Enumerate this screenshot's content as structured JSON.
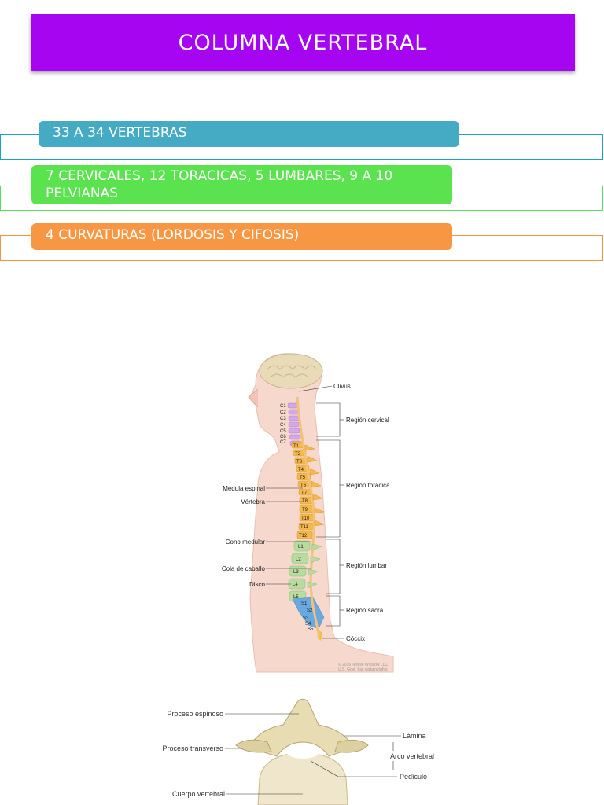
{
  "header": {
    "title": "COLUMNA VERTEBRAL"
  },
  "facts": [
    {
      "text": "33 A 34 VERTEBRAS",
      "color": "#45aac4"
    },
    {
      "text": "7 CERVICALES, 12 TORACICAS, 5 LUMBARES, 9 A 10 PELVIANAS",
      "color": "#5be34f"
    },
    {
      "text": "4 CURVATURAS (LORDOSIS Y CIFOSIS)",
      "color": "#f79744"
    }
  ],
  "spine_figure": {
    "vertebra_labels": [
      "C1",
      "C2",
      "C3",
      "C4",
      "C5",
      "C6",
      "C7",
      "T1",
      "T2",
      "T3",
      "T4",
      "T5",
      "T6",
      "T7",
      "T8",
      "T9",
      "T10",
      "T11",
      "T12",
      "L1",
      "L2",
      "L3",
      "L4",
      "L5",
      "S1",
      "S2",
      "S3",
      "S4",
      "S5"
    ],
    "left_labels": [
      "Médula espinal",
      "Vértebra",
      "Cono medular",
      "Cola de caballo",
      "Disco"
    ],
    "right_labels": [
      "Clivus",
      "Región cervical",
      "Región torácica",
      "Región lumbar",
      "Región sacra",
      "Cóccix"
    ],
    "copyright_line1": "© 2016 Terese Winslow LLC",
    "copyright_line2": "U.S. Govt. has certain rights"
  },
  "vertebra_figure": {
    "labels_left": [
      "Proceso espinoso",
      "Proceso transverso",
      "Cuerpo vertebral"
    ],
    "labels_right": [
      "Lámina",
      "Arco vertebral",
      "Pedículo"
    ]
  }
}
